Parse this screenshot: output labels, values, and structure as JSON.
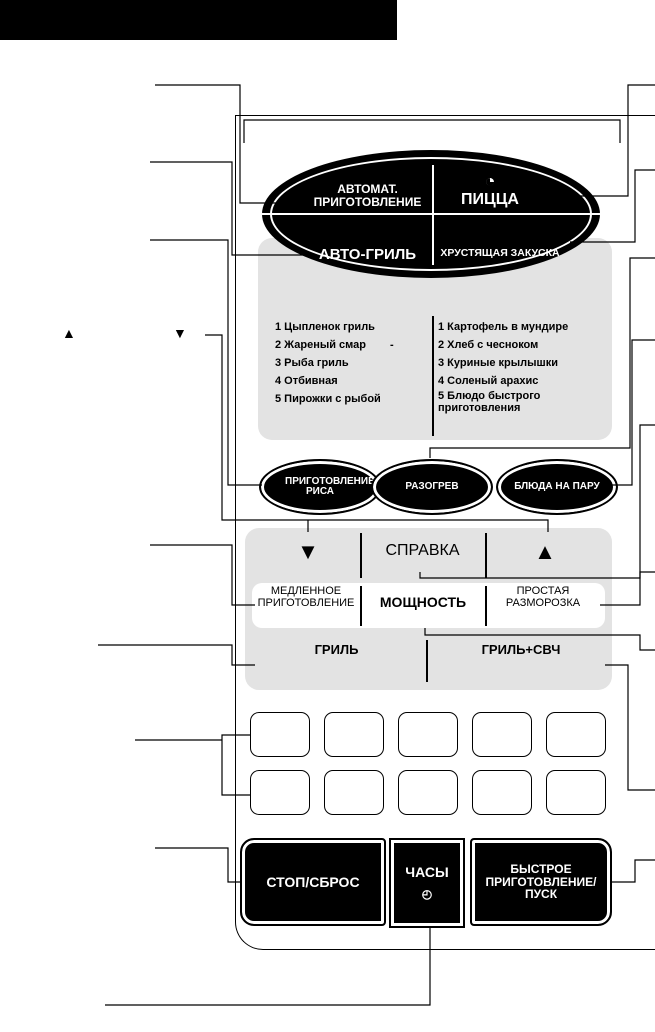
{
  "panel": {
    "auto_cook": "АВТОМАТ. ПРИГОТОВЛЕНИЕ",
    "pizza": "ПИЦЦА",
    "auto_grill": "АВТО-ГРИЛЬ",
    "crispy_snack": "ХРУСТЯЩАЯ ЗАКУСКА",
    "grill_menu": [
      "1 Цыпленок гриль",
      "2 Жареный смар",
      "3 Рыба гриль",
      "4 Отбивная",
      "5 Пирожки с рыбой"
    ],
    "snack_menu": [
      "1 Картофель в мундире",
      "2 Хлеб с чесноком",
      "3 Куриные крылышки",
      "4 Соленый арахис",
      "5 Блюдо быстрого приготовления"
    ],
    "dash": "-",
    "rice": "ПРИГОТОВЛЕНИЕ РИСА",
    "reheat": "РАЗОГРЕВ",
    "steam": "БЛЮДА НА ПАРУ",
    "down_arrow": "▼",
    "help": "СПРАВКА",
    "up_arrow": "▲",
    "slow_cook": "МЕДЛЕННОЕ ПРИГОТОВЛЕНИЕ",
    "power": "МОЩНОСТЬ",
    "easy_defrost": "ПРОСТАЯ РАЗМОРОЗКА",
    "grill": "ГРИЛЬ",
    "grill_micro": "ГРИЛЬ+СВЧ",
    "stop": "СТОП/СБРОС",
    "clock": "ЧАСЫ",
    "clock_icon": "◴",
    "start": "БЫСТРОЕ ПРИГОТОВЛЕНИЕ/ ПУСК"
  },
  "legend": {
    "up": "▲",
    "down": "▼"
  }
}
